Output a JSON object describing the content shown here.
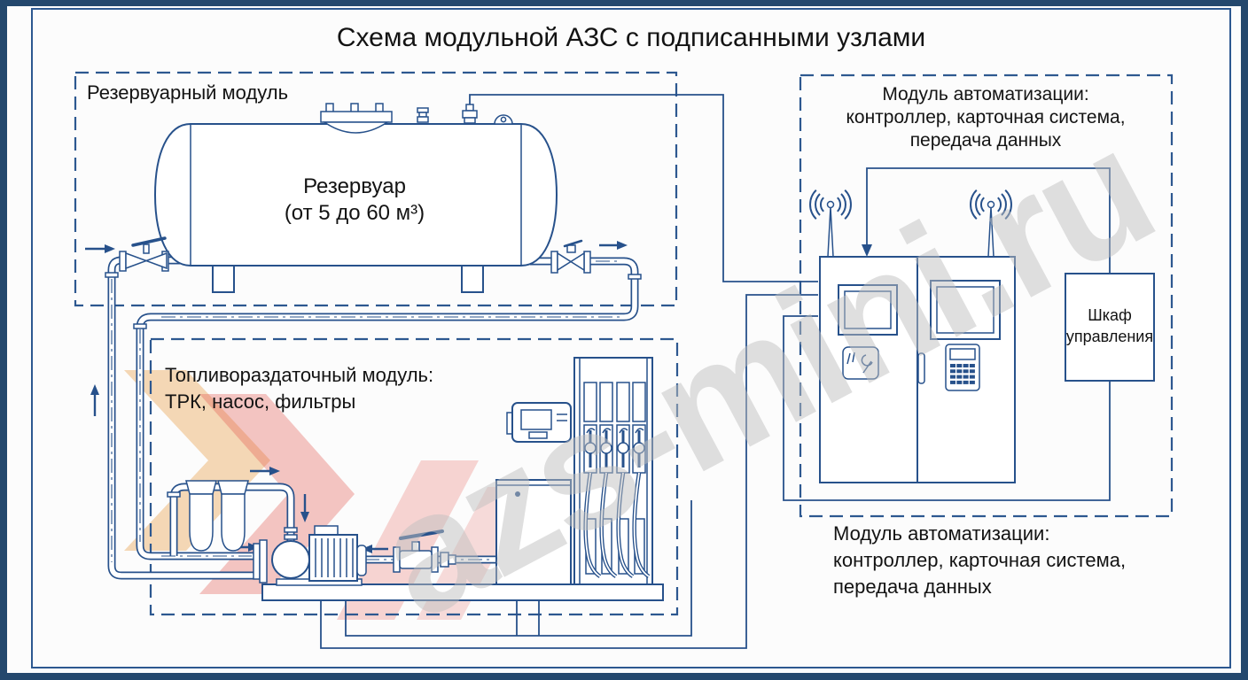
{
  "title": "Схема модульной АЗС с подписанными узлами",
  "watermark": {
    "site": "azs-mini.ru"
  },
  "reservoir_module": {
    "label": "Резервуарный модуль",
    "tank_line1": "Резервуар",
    "tank_line2": "(от 5 до 60 м³)"
  },
  "fuel_module": {
    "label_line1": "Топливораздаточный модуль:",
    "label_line2": "ТРК, насос, фильтры"
  },
  "automation_module": {
    "label_line1": "Модуль автоматизации:",
    "label_line2": "контроллер, карточная система,",
    "label_line3": "передача данных"
  },
  "automation_caption": {
    "line1": "Модуль автоматизации:",
    "line2": "контроллер, карточная система,",
    "line3": "передача данных"
  },
  "control_cabinet": {
    "line1": "Шкаф",
    "line2": "управления"
  },
  "colors": {
    "line_blue": "#27518b",
    "frame_navy": "#24486d",
    "text_black": "#131313",
    "watermark_gray": "#c2c2c2",
    "watermark_red": "#e2574e",
    "watermark_orange": "#e8a04a"
  }
}
